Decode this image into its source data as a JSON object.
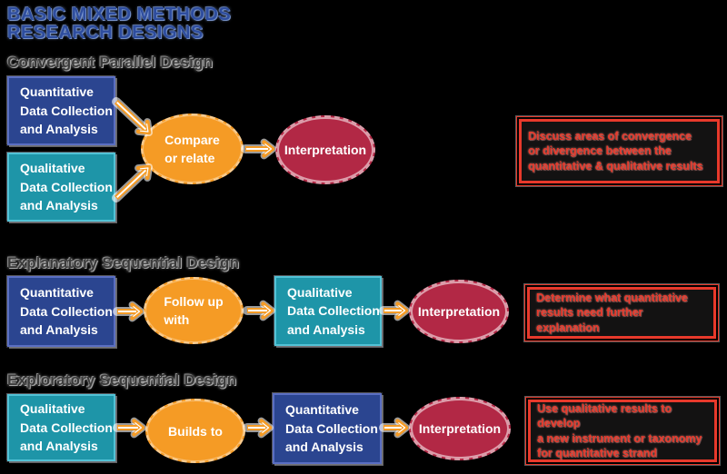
{
  "title": {
    "text": "BASIC MIXED METHODS\nRESEARCH DESIGNS"
  },
  "colors": {
    "background": "#000000",
    "title_blue": "#2e4d9e",
    "heading_gray": "#3b3b3b",
    "navy_box": "#2b4590",
    "navy_border": "#5a6ec2",
    "teal_box": "#1e95a8",
    "teal_border": "#52c2d6",
    "orange_ellipse": "#f59b25",
    "crimson_ellipse": "#b22845",
    "callout_red": "#e8392b",
    "box_text": "#ffffff"
  },
  "sections": [
    {
      "heading": "Convergent Parallel Design",
      "box1": "Quantitative\nData Collection\nand Analysis",
      "box2": "Qualitative\nData Collection\nand Analysis",
      "ellipse1": "Compare\nor relate",
      "ellipse2": "Interpretation",
      "callout": "Discuss areas of convergence\nor divergence between the\nquantitative & qualitative results"
    },
    {
      "heading": "Explanatory Sequential Design",
      "box1": "Quantitative\nData Collection\nand Analysis",
      "ellipse1": "Follow up\nwith",
      "box2": "Qualitative\nData Collection\nand Analysis",
      "ellipse2": "Interpretation",
      "callout": "Determine what quantitative\nresults need further explanation"
    },
    {
      "heading": "Exploratory Sequential Design",
      "box1": "Qualitative\nData Collection\nand Analysis",
      "ellipse1": "Builds to",
      "box2": "Quantitative\nData Collection\nand Analysis",
      "ellipse2": "Interpretation",
      "callout": "Use qualitative results to develop\na new instrument or taxonomy\nfor quantitative strand"
    }
  ]
}
